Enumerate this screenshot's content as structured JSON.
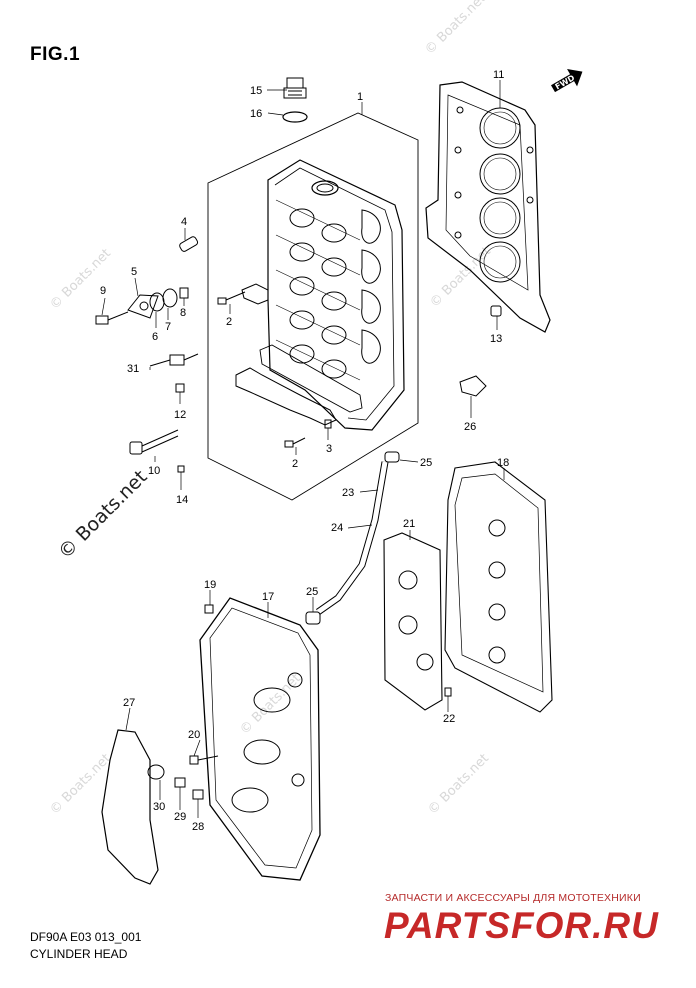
{
  "figure": {
    "title": "FIG.1",
    "code": "DF90A E03 013_001",
    "name": "CYLINDER HEAD"
  },
  "fwd_label": "FWD",
  "watermark": {
    "text": "© Boats.net"
  },
  "brand": {
    "tagline": "ЗАПЧАСТИ И АКСЕССУАРЫ ДЛЯ МОТОТЕХНИКИ",
    "logo": "PARTSFOR.RU",
    "color": "#c62828"
  },
  "callouts": {
    "c1": "1",
    "c2a": "2",
    "c2b": "2",
    "c3": "3",
    "c4": "4",
    "c5": "5",
    "c6": "6",
    "c7": "7",
    "c8": "8",
    "c9": "9",
    "c10": "10",
    "c11": "11",
    "c12": "12",
    "c13": "13",
    "c14": "14",
    "c15": "15",
    "c16": "16",
    "c17": "17",
    "c18": "18",
    "c19": "19",
    "c20": "20",
    "c21": "21",
    "c22": "22",
    "c23": "23",
    "c24": "24",
    "c25a": "25",
    "c25b": "25",
    "c26": "26",
    "c27": "27",
    "c28": "28",
    "c29": "29",
    "c30": "30",
    "c31": "31"
  }
}
